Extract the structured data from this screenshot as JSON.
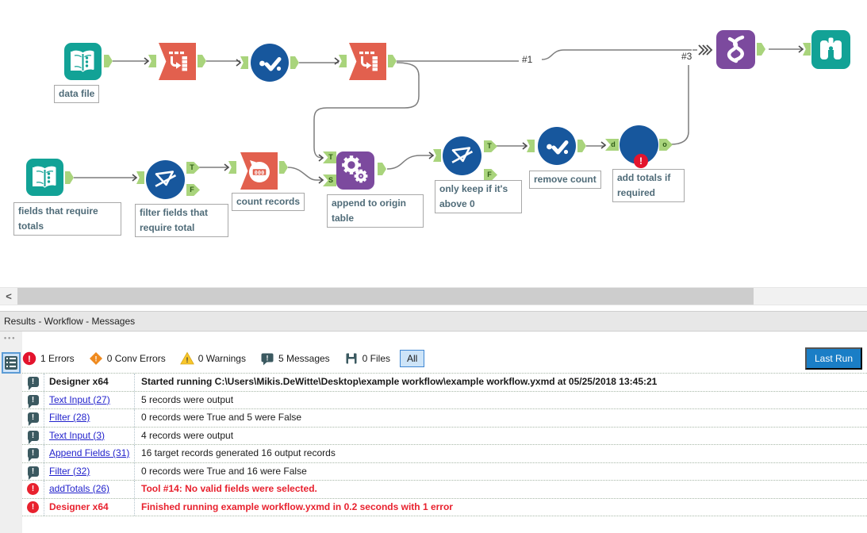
{
  "colors": {
    "teal": "#12a296",
    "orange_red": "#e2604e",
    "blue": "#17579d",
    "purple": "#7c4a9e",
    "anchor_green": "#a9d47c",
    "error_red": "#e3142d",
    "link_blue": "#2222cc",
    "last_run_blue": "#1a7ec6",
    "warning_yellow": "#f8c62a",
    "conv_orange": "#ef8a1e"
  },
  "canvas": {
    "annotations": {
      "data_file": "data file",
      "fields_totals": "fields that require totals",
      "filter_fields": "filter fields that require total",
      "count_records": "count records",
      "append_origin": "append to origin table",
      "only_keep": "only keep if it's above 0",
      "remove_count": "remove count",
      "add_totals": "add totals if required"
    },
    "wire_labels": {
      "one": "#1",
      "three": "#3"
    },
    "anchor_letters": {
      "t": "T",
      "f": "F",
      "s": "S",
      "d": "d",
      "o": "o"
    },
    "count_glyph": "000"
  },
  "results": {
    "title": "Results - Workflow - Messages",
    "toolbar": {
      "errors": "1 Errors",
      "conv_errors": "0 Conv Errors",
      "warnings": "0 Warnings",
      "messages": "5 Messages",
      "files": "0 Files",
      "all": "All",
      "last_run": "Last Run"
    },
    "rows": [
      {
        "icon": "message",
        "tool": "Designer x64",
        "link": false,
        "style": "bold",
        "message": "Started running C:\\Users\\Mikis.DeWitte\\Desktop\\example workflow\\example workflow.yxmd at 05/25/2018 13:45:21"
      },
      {
        "icon": "message",
        "tool": "Text Input (27)",
        "link": true,
        "style": "normal",
        "message": "5 records were output"
      },
      {
        "icon": "message",
        "tool": "Filter (28)",
        "link": true,
        "style": "normal",
        "message": "0 records were True and 5 were False"
      },
      {
        "icon": "message",
        "tool": "Text Input (3)",
        "link": true,
        "style": "normal",
        "message": "4 records were output"
      },
      {
        "icon": "message",
        "tool": "Append Fields (31)",
        "link": true,
        "style": "normal",
        "message": "16 target records generated 16 output records"
      },
      {
        "icon": "message",
        "tool": "Filter (32)",
        "link": true,
        "style": "normal",
        "message": "0 records were True and 16 were False"
      },
      {
        "icon": "error",
        "tool": "addTotals (26)",
        "link": true,
        "style": "error",
        "message": "Tool #14: No valid fields were selected."
      },
      {
        "icon": "error",
        "tool": "Designer x64",
        "link": false,
        "style": "error",
        "message": "Finished running example workflow.yxmd in 0.2 seconds with 1 error"
      }
    ]
  }
}
